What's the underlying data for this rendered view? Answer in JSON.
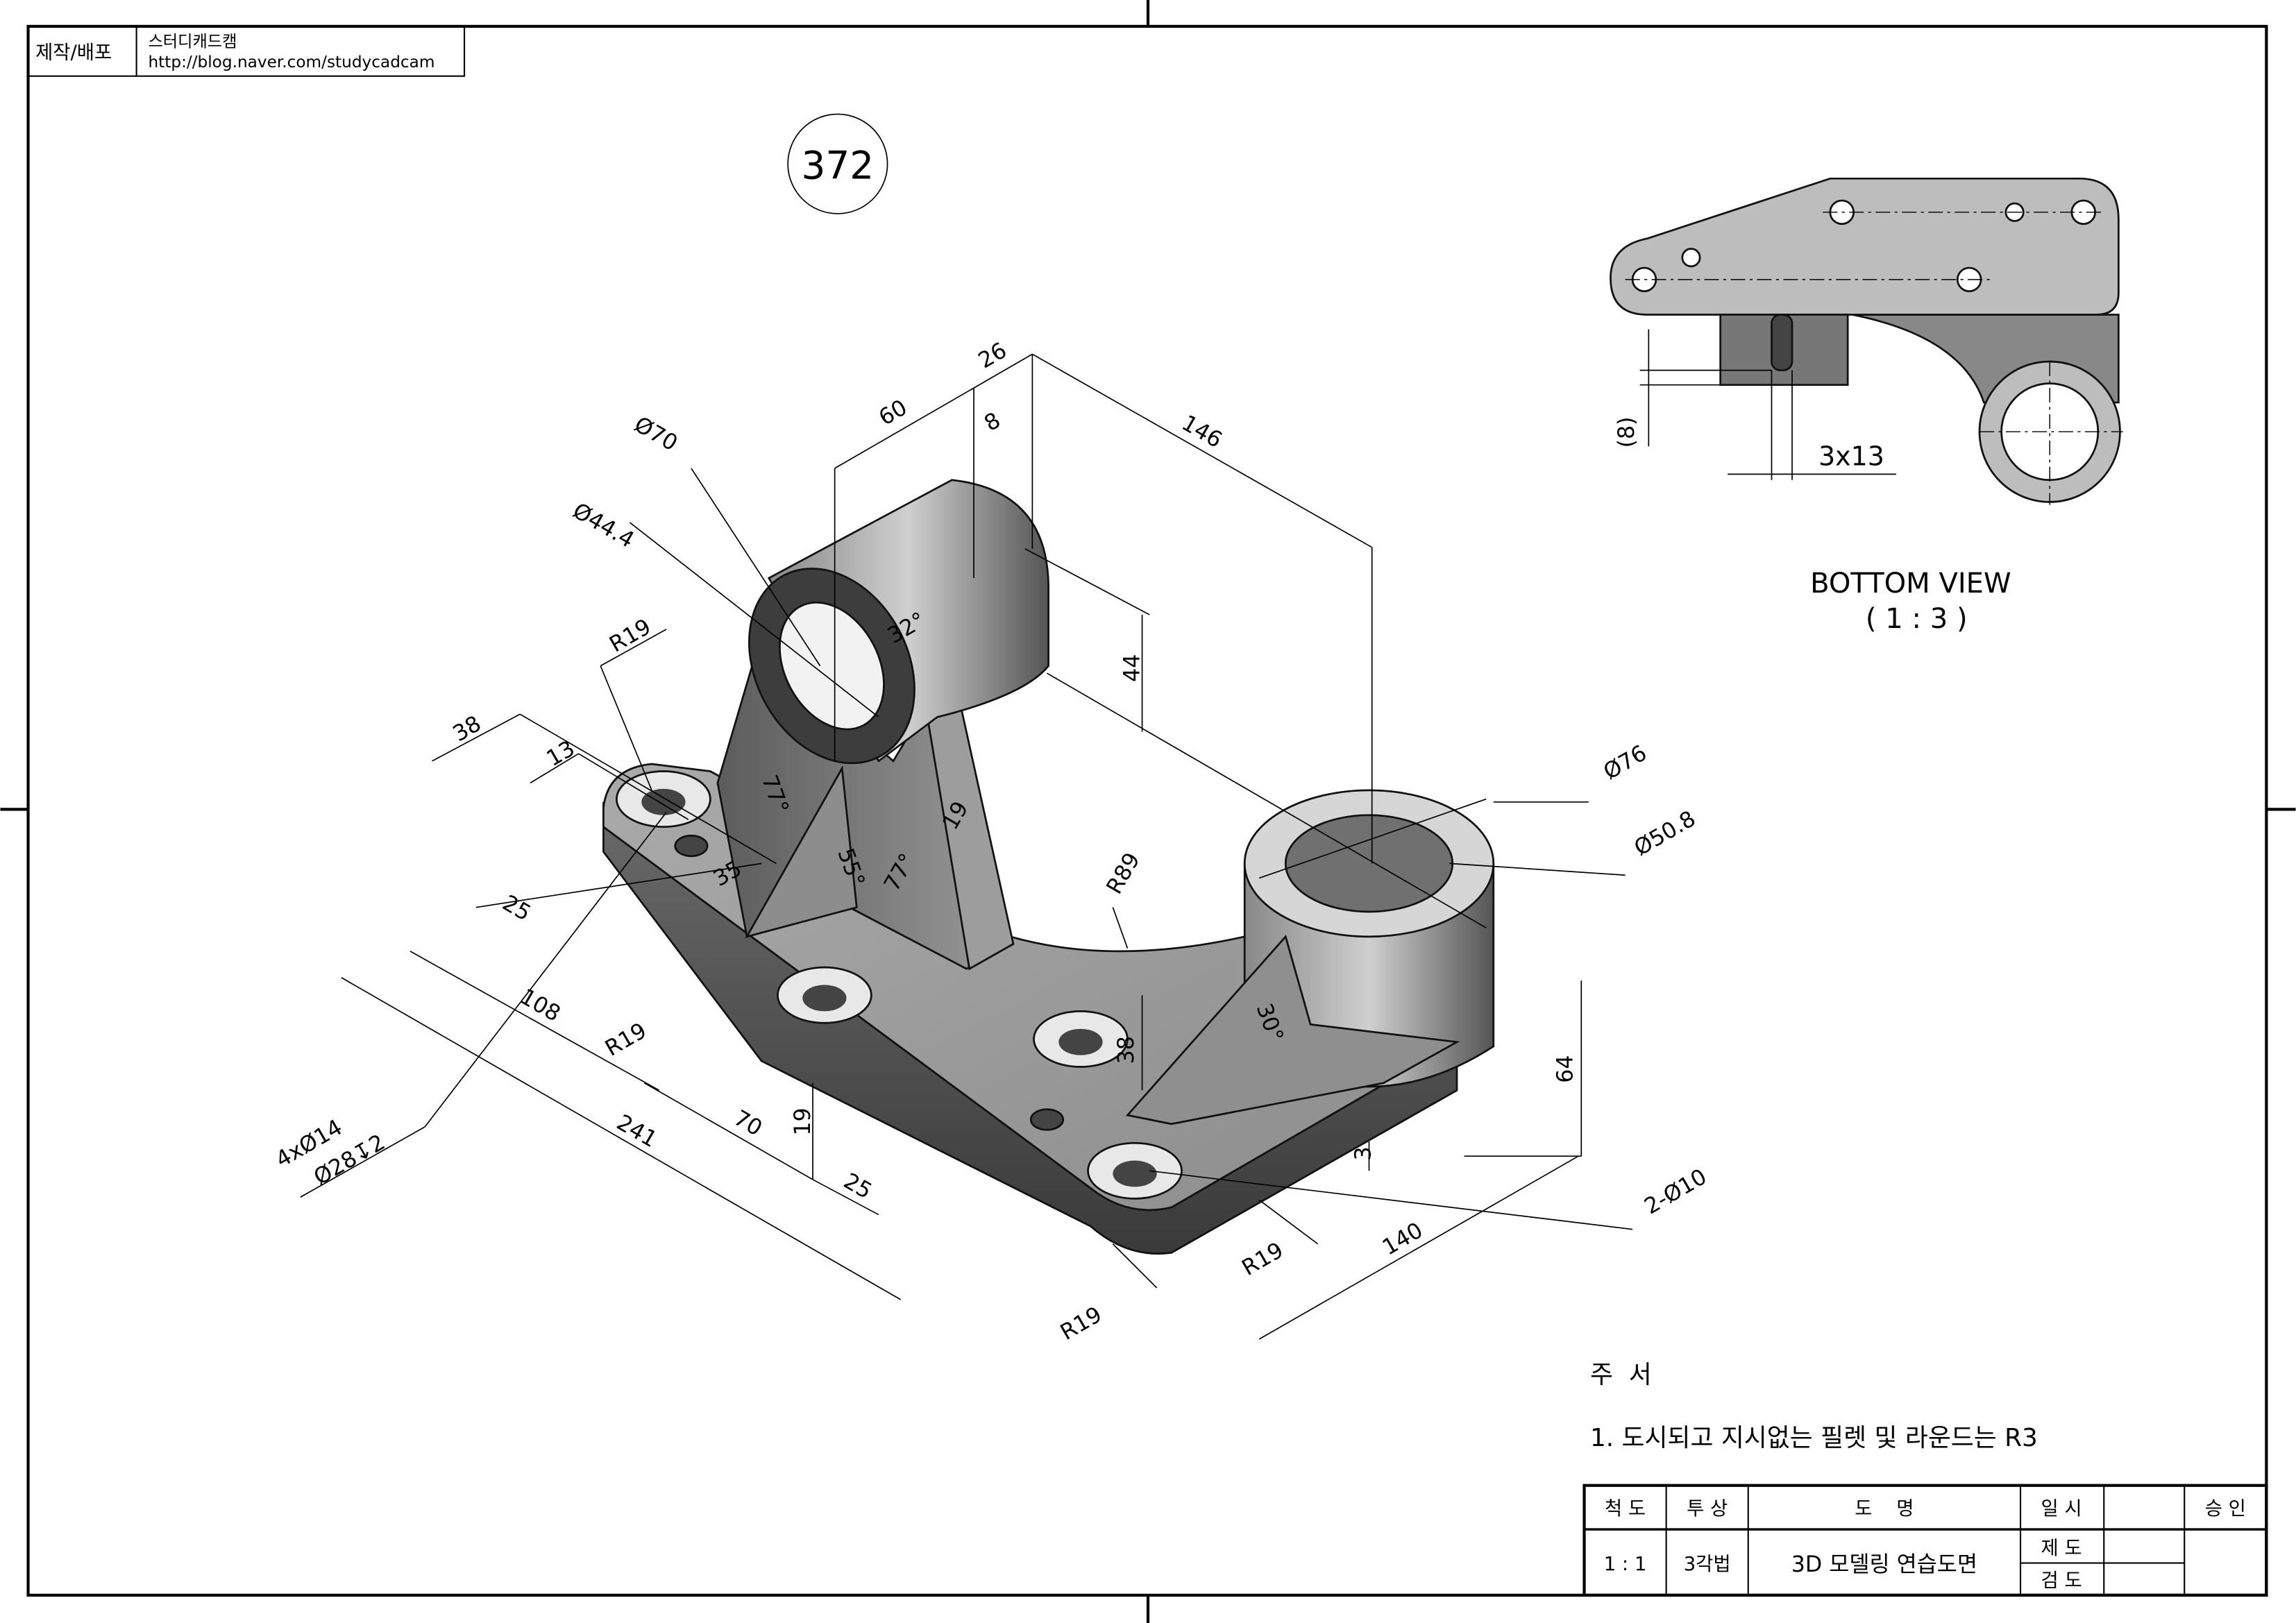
{
  "header": {
    "label": "제작/배포",
    "author": "스터디캐드캠",
    "url": "http://blog.naver.com/studycadcam"
  },
  "drawing_number": "372",
  "dimensions": {
    "d26": "26",
    "d60": "60",
    "d8": "8",
    "d146": "146",
    "phi70": "Ø70",
    "phi44": "Ø44.4",
    "r19_a": "R19",
    "a32": "32°",
    "d44": "44",
    "d38_a": "38",
    "d13": "13",
    "a77_a": "77°",
    "d19_a": "19",
    "a55": "55°",
    "a77_b": "77°",
    "d35": "35",
    "r89": "R89",
    "phi76": "Ø76",
    "phi50": "Ø50.8",
    "d25_a": "25",
    "d108": "108",
    "r19_b": "R19",
    "a30": "30°",
    "d38_b": "38",
    "d64": "64",
    "d19_b": "19",
    "d70": "70",
    "d241": "241",
    "d3": "3",
    "holes": "4xØ14",
    "cbore": "Ø28↧2",
    "d25_b": "25",
    "holes2": "2-Ø10",
    "r19_c": "R19",
    "d140": "140",
    "r19_d": "R19"
  },
  "bottom_view": {
    "dim_8": "(8)",
    "slot": "3x13",
    "title": "BOTTOM VIEW",
    "scale": "( 1 : 3 )"
  },
  "notes": {
    "heading": "주  서",
    "item1": "1. 도시되고 지시없는 필렛 및 라운드는 R3"
  },
  "title_block": {
    "scale_label": "척 도",
    "projection_label": "투 상",
    "name_label": "도    명",
    "date_label": "일 시",
    "approval_label": "승 인",
    "scale_value": "1 : 1",
    "projection_value": "3각법",
    "name_value": "3D 모델링 연습도면",
    "drawn_label": "제 도",
    "checked_label": "검 도"
  },
  "colors": {
    "part_light": "#b8b8b8",
    "part_dark": "#555555",
    "line": "#000000"
  }
}
